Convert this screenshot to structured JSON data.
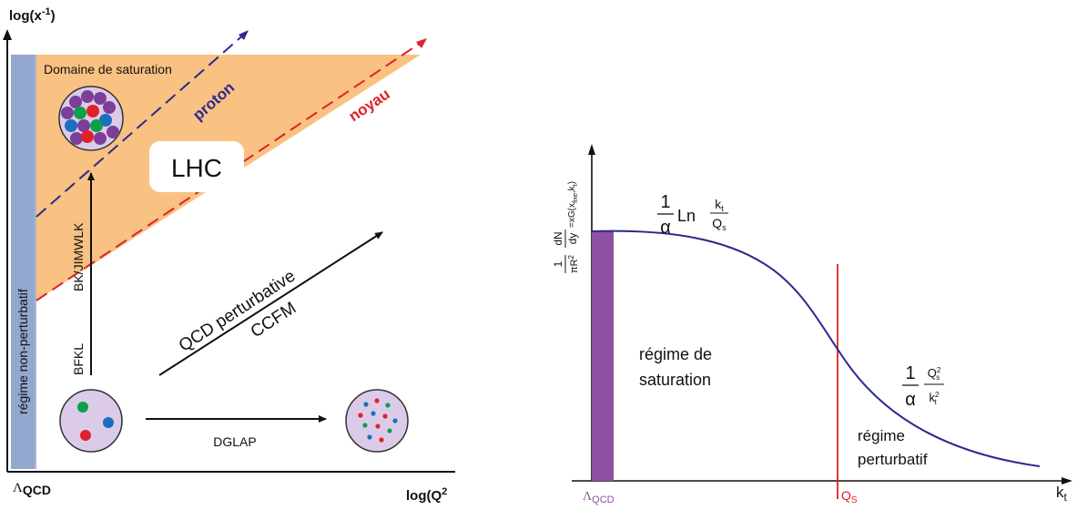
{
  "left_diagram": {
    "y_axis_label": "log(x",
    "y_axis_sup": "-1",
    "y_axis_close": ")",
    "x_axis_label": "log(Q",
    "x_axis_sup": "2",
    "lambda_symbol": "Λ",
    "lambda_sub": "QCD",
    "vertical_band_label": "régime non-perturbatif",
    "saturation_domain_label": "Domaine de saturation",
    "proton_label": "proton",
    "noyau_label": "noyau",
    "lhc_label": "LHC",
    "bk_label": "BK/JIMWLK",
    "bfkl_label": "BFKL",
    "qcd_line1": "QCD perturbative",
    "qcd_line2": "CCFM",
    "dglap_label": "DGLAP",
    "colors": {
      "band": "#93a8cf",
      "saturation": "#f9c182",
      "proton": "#2b2a8f",
      "noyau": "#e0202a",
      "nucleus_fill": "#dccbe8"
    }
  },
  "right_diagram": {
    "y_frac_num": "1",
    "y_frac_den": "πR",
    "y_frac_den_sup": "2",
    "y_dn": "dN",
    "y_dy": "dy",
    "y_eq": "=xG(x",
    "y_eq_sub": "fixe",
    "y_eq_tail": ",k",
    "y_eq_tail_sub": "t",
    "y_eq_close": ")",
    "formula_low_num": "1",
    "formula_low_den": "α",
    "formula_low_ln": "Ln",
    "formula_low_kt": "k",
    "formula_low_kt_sub": "t",
    "formula_low_qs": "Q",
    "formula_low_qs_sub": "s",
    "formula_high_num": "1",
    "formula_high_den": "α",
    "formula_high_qs": "Q",
    "formula_high_qs_sub": "s",
    "formula_high_qs_sup": "2",
    "formula_high_kt": "k",
    "formula_high_kt_sub": "t",
    "formula_high_kt_sup": "2",
    "saturation_line1": "régime de",
    "saturation_line2": "saturation",
    "perturbatif_line1": "régime",
    "perturbatif_line2": "perturbatif",
    "x_axis_label": "k",
    "x_axis_sub": "t",
    "lambda_symbol": "Λ",
    "lambda_sub": "QCD",
    "qs_label": "Q",
    "qs_sub": "S",
    "colors": {
      "curve": "#2b2a8f",
      "bar": "#8e50a0",
      "qs_line": "#e0202a"
    }
  }
}
